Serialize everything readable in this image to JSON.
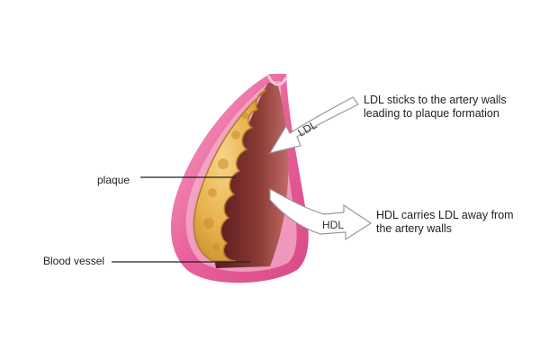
{
  "labels": {
    "plaque": "plaque",
    "blood_vessel": "Blood vessel"
  },
  "ldl": {
    "arrow_label": "LDL",
    "caption": "LDL sticks to the artery walls leading to plaque formation"
  },
  "hdl": {
    "arrow_label": "HDL",
    "caption": "HDL carries LDL away from the artery walls"
  },
  "colors": {
    "vessel_outer": "#e8609a",
    "vessel_inner": "#f5b6cf",
    "lumen": "#7a2a2e",
    "plaque": "#e6b24a",
    "plaque_shadow": "#b5782a",
    "leader_line": "#222222"
  }
}
